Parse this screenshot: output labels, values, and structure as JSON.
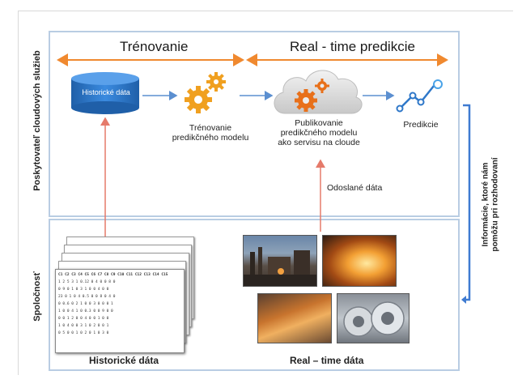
{
  "left_labels": {
    "top": "Poskytovateľ cloudových služieb",
    "bottom": "Spoločnosť"
  },
  "right_label": {
    "line1": "Informácie, ktoré nám",
    "line2": "pomôžu pri rozhodovaní"
  },
  "sections": {
    "training": "Trénovanie",
    "realtime": "Real - time predikcie"
  },
  "nodes": {
    "historical_db": "Historické dáta",
    "training_model_line1": "Trénovanie",
    "training_model_line2": "predikčného modelu",
    "publish_line1": "Publikovanie",
    "publish_line2": "predikčného modelu",
    "publish_line3": "ako servisu na cloude",
    "prediction": "Predikcie",
    "sent_data": "Odoslané dáta"
  },
  "bottom": {
    "historical": "Historické dáta",
    "realtime": "Real – time dáta"
  },
  "table_header": "C1 C2 C3 C4 C5 C6 C7 C8 C9 C10 C11 C12 C13 C14 C15",
  "table_rows": [
    "1  2  5  3  1  0.12  0  4  0  0  8  0",
    "0  9  0  1  0  3  1  0  0  4  0  0",
    "23  0  1  0  4  0.5  0  0  8  0  4  0",
    "0  0.6  0  2  1  0  0  3  0  0  0  1",
    "1  0  0  4  1  0  0.3  0  0  9  0  0",
    "0  0  1  2  0  0  4  0  0  1  0  0",
    "1  0  4  0  0  3  1  0  2  0  0  1",
    "0  5  0  0  1  0  2  0  1  0  3  0"
  ],
  "colors": {
    "panel_border": "#b9cde3",
    "orange": "#f0892f",
    "red_arrow": "#e57a6a",
    "blue_arrow": "#5b8fd0",
    "bracket": "#3f7bd1",
    "db_blue": "#2f78c9",
    "gear": "#f0a020"
  }
}
